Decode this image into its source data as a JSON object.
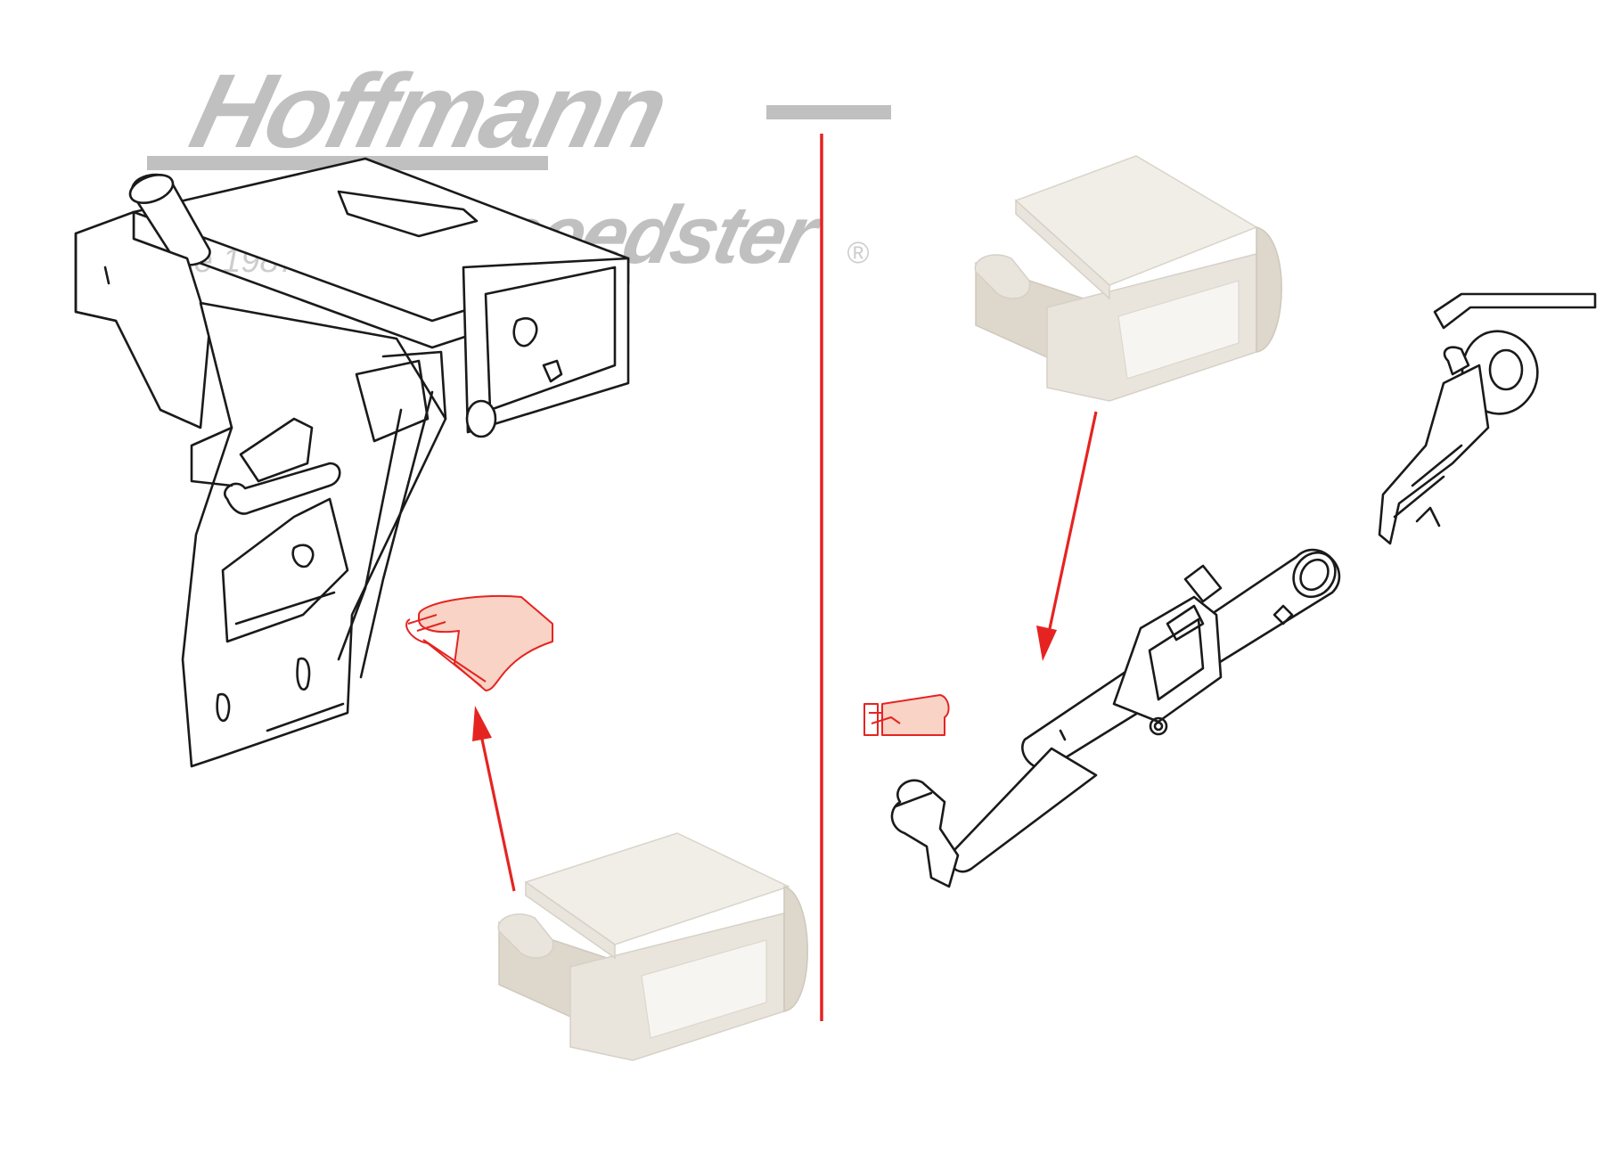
{
  "logo": {
    "brand": "Hoffmann",
    "sub": "Speedster",
    "since": "since 1987",
    "registered": "®",
    "color": "#b9b9b9"
  },
  "colors": {
    "highlight": "#e52421",
    "highlight_fill": "#f8d3c6",
    "clip": "#e9e5dd",
    "line_art": "#1a1a1a"
  },
  "icons": {
    "left_assembly": "pedal-bracket-icon",
    "right_assembly": "steering-column-icon",
    "part": "plastic-clip-icon"
  }
}
